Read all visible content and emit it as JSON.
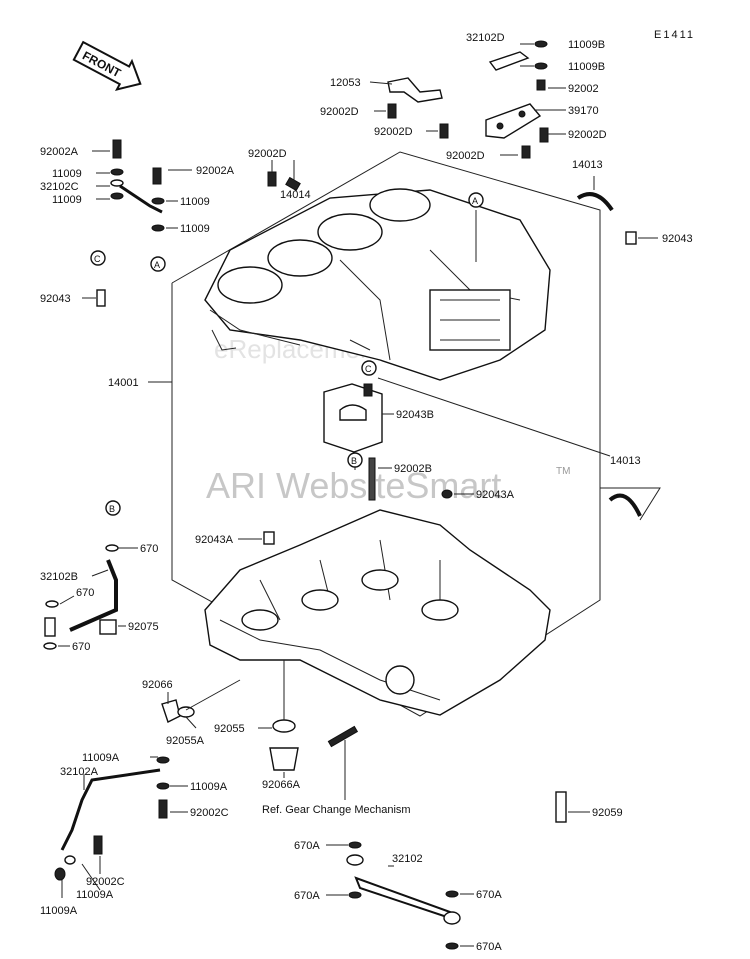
{
  "diagram_code": "E1411",
  "front_arrow": "FRONT",
  "watermarks": {
    "ari": "ARI WebsiteSmart",
    "tm": "TM",
    "site": "eReplacementParts.com"
  },
  "reference_note": "Ref. Gear Change Mechanism",
  "callout_letters": {
    "a": "A",
    "b": "B",
    "c": "C"
  },
  "labels": {
    "p32102D": "32102D",
    "p11009B_1": "11009B",
    "p11009B_2": "11009B",
    "p92002": "92002",
    "p39170": "39170",
    "p92002D_r": "92002D",
    "p12053": "12053",
    "p92002D_a": "92002D",
    "p92002D_b": "92002D",
    "p92002D_c": "92002D",
    "p92002D_d": "92002D",
    "p14013_top": "14013",
    "p92043_r": "92043",
    "p14014": "14014",
    "p92002A_l": "92002A",
    "p92002A_m": "92002A",
    "p11009_1": "11009",
    "p32102C": "32102C",
    "p11009_2": "11009",
    "p11009_3": "11009",
    "p11009_4": "11009",
    "p92043_l": "92043",
    "p14001": "14001",
    "p92043B": "92043B",
    "p92002B": "92002B",
    "p14013_mid": "14013",
    "p92043A_r": "92043A",
    "p670_1": "670",
    "p92043A_l": "92043A",
    "p32102B": "32102B",
    "p670_2": "670",
    "p92075": "92075",
    "p670_3": "670",
    "p92066": "92066",
    "p92055A": "92055A",
    "p92055": "92055",
    "p92066A": "92066A",
    "p11009A_1": "11009A",
    "p32102A": "32102A",
    "p11009A_2": "11009A",
    "p92002C_1": "92002C",
    "p92002C_2": "92002C",
    "p11009A_3": "11009A",
    "p11009A_4": "11009A",
    "p92059": "92059",
    "p670A_1": "670A",
    "p32102": "32102",
    "p670A_2": "670A",
    "p670A_3": "670A",
    "p670A_4": "670A"
  }
}
